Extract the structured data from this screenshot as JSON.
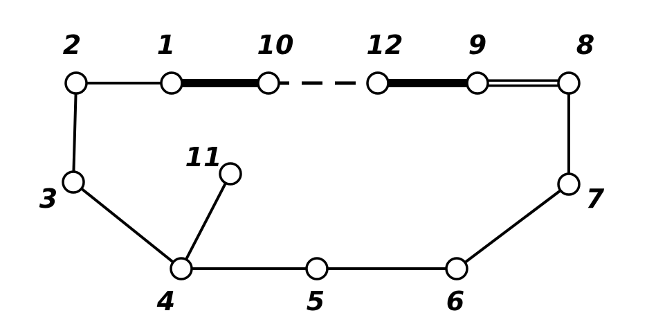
{
  "graph": {
    "nodes": [
      {
        "id": "1",
        "label": "1"
      },
      {
        "id": "2",
        "label": "2"
      },
      {
        "id": "3",
        "label": "3"
      },
      {
        "id": "4",
        "label": "4"
      },
      {
        "id": "5",
        "label": "5"
      },
      {
        "id": "6",
        "label": "6"
      },
      {
        "id": "7",
        "label": "7"
      },
      {
        "id": "8",
        "label": "8"
      },
      {
        "id": "9",
        "label": "9"
      },
      {
        "id": "10",
        "label": "10"
      },
      {
        "id": "11",
        "label": "11"
      },
      {
        "id": "12",
        "label": "12"
      }
    ],
    "edges": [
      {
        "from": "2",
        "to": "1",
        "style": "thin"
      },
      {
        "from": "1",
        "to": "10",
        "style": "thick"
      },
      {
        "from": "10",
        "to": "12",
        "style": "dashed"
      },
      {
        "from": "12",
        "to": "9",
        "style": "thick"
      },
      {
        "from": "9",
        "to": "8",
        "style": "double"
      },
      {
        "from": "2",
        "to": "3",
        "style": "thin"
      },
      {
        "from": "3",
        "to": "4",
        "style": "thin"
      },
      {
        "from": "4",
        "to": "11",
        "style": "thin"
      },
      {
        "from": "4",
        "to": "5",
        "style": "thin"
      },
      {
        "from": "5",
        "to": "6",
        "style": "thin"
      },
      {
        "from": "6",
        "to": "7",
        "style": "thin"
      },
      {
        "from": "7",
        "to": "8",
        "style": "thin"
      }
    ]
  }
}
